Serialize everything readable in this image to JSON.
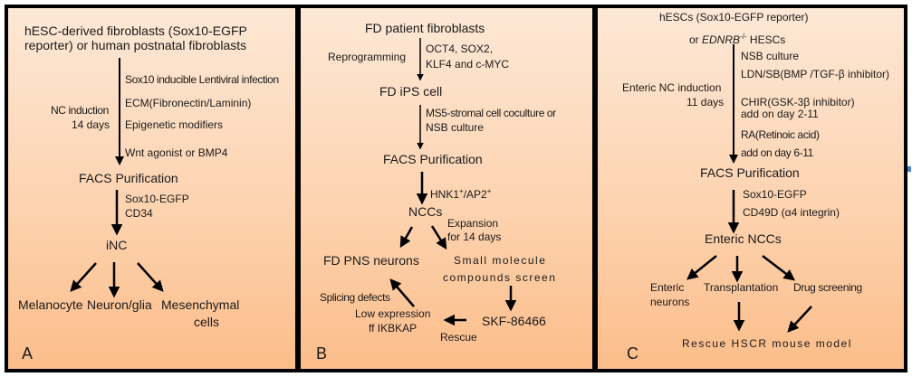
{
  "panels": {
    "a": {
      "letter": "A",
      "source_line1": "hESC-derived fibroblasts (Sox10-EGFP",
      "source_line2": "reporter) or human postnatal fibroblasts",
      "induction_label1": "NC induction",
      "induction_label2": "14 days",
      "conditions": [
        "Sox10 inducible Lentiviral infection",
        "ECM(Fibronectin/Laminin)",
        "Epigenetic modifiers",
        "Wnt agonist or BMP4"
      ],
      "facs": "FACS Purification",
      "markers": [
        "Sox10-EGFP",
        "CD34"
      ],
      "product": "iNC",
      "outputs": [
        "Melanocyte",
        "Neuron/glia",
        "Mesenchymal",
        "cells"
      ]
    },
    "b": {
      "letter": "B",
      "source": "FD patient fibroblasts",
      "reprogramming": "Reprogramming",
      "factors1": "OCT4, SOX2,",
      "factors2": "KLF4 and c-MYC",
      "ips": "FD iPS cell",
      "culture1": "MS5-stromal cell coculture or",
      "culture2": "NSB culture",
      "facs": "FACS Purification",
      "marker": "HNK1",
      "marker_sup1": "+",
      "marker_mid": "/AP2",
      "marker_sup2": "+",
      "nccs": "NCCs",
      "expansion1": "Expansion",
      "expansion2": "for 14 days",
      "neurons": "FD PNS neurons",
      "screen1": "Small molecule",
      "screen2": "compounds screen",
      "splicing": "Splicing defects",
      "low1": "Low expression",
      "low2": "ff IKBKAP",
      "compound": "SKF-86466",
      "rescue": "Rescue"
    },
    "c": {
      "letter": "C",
      "source1": "hESCs (Sox10-EGFP reporter)",
      "source2_pre": "or ",
      "source2_gene": "EDNRB",
      "source2_sup": "-/-",
      "source2_post": " HESCs",
      "induction1": "Enteric NC induction",
      "induction2": "11 days",
      "conditions": [
        "NSB culture",
        "LDN/SB(BMP /TGF-β  inhibitor)",
        "CHIR(GSK-3β inhibitor)",
        "add on day 2-11",
        "RA(Retinoic acid)",
        "add on day 6-11"
      ],
      "facs": "FACS Purification",
      "markers": [
        "Sox10-EGFP",
        "CD49D (α4 integrin)"
      ],
      "product": "Enteric NCCs",
      "outputs": [
        "Enteric",
        "neurons",
        "Transplantation",
        "Drug screening"
      ],
      "rescue": "Rescue  HSCR  mouse  model"
    }
  },
  "colors": {
    "border": "#000000",
    "gradient_top": "#fde8d6",
    "gradient_bottom": "#fbbd8a",
    "arrow": "#000000"
  }
}
